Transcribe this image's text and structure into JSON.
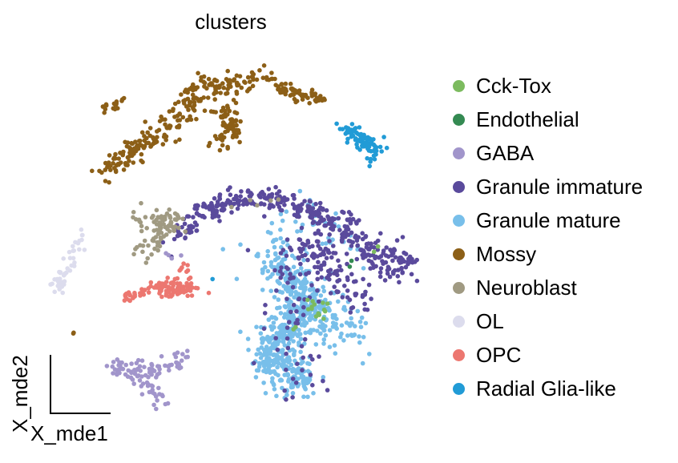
{
  "chart_data": {
    "type": "scatter",
    "title": "clusters",
    "xlabel": "X_mde1",
    "ylabel": "X_mde2",
    "xlim": [
      0,
      100
    ],
    "ylim": [
      0,
      100
    ],
    "grid": false,
    "legend_placement": "right",
    "series": [
      {
        "name": "Cck-Tox",
        "color": "#7cbb5f",
        "segments": [
          {
            "path": [
              [
                72,
                31
              ],
              [
                76,
                29
              ]
            ],
            "spread": 1.5,
            "count": 14
          },
          {
            "path": [
              [
                89,
                46
              ],
              [
                89,
                46
              ]
            ],
            "spread": 0.8,
            "count": 2
          },
          {
            "path": [
              [
                66,
                24
              ],
              [
                66,
                24
              ]
            ],
            "spread": 1,
            "count": 2
          }
        ]
      },
      {
        "name": "Endothelial",
        "color": "#348a52",
        "segments": [
          {
            "path": [
              [
                82,
                42
              ],
              [
                82,
                42
              ]
            ],
            "spread": 0.6,
            "count": 2
          }
        ]
      },
      {
        "name": "GABA",
        "color": "#a195cb",
        "segments": [
          {
            "path": [
              [
                17,
                13
              ],
              [
                27,
                13
              ],
              [
                31,
                4.5
              ]
            ],
            "spread": 1.6,
            "count": 75
          },
          {
            "path": [
              [
                30,
                13
              ],
              [
                40,
                16
              ]
            ],
            "spread": 1.4,
            "count": 30
          },
          {
            "path": [
              [
                34.5,
                46
              ],
              [
                35,
                44
              ]
            ],
            "spread": 1,
            "count": 4
          }
        ]
      },
      {
        "name": "Granule immature",
        "color": "#5a4a9c",
        "segments": [
          {
            "path": [
              [
                35,
                50
              ],
              [
                40,
                54
              ],
              [
                46,
                58
              ],
              [
                52,
                60
              ],
              [
                57,
                61
              ],
              [
                66,
                59
              ],
              [
                74,
                57
              ]
            ],
            "spread": 1.6,
            "count": 210
          },
          {
            "path": [
              [
                74,
                56
              ],
              [
                82,
                50
              ],
              [
                85,
                48
              ],
              [
                91,
                43
              ],
              [
                98,
                42
              ]
            ],
            "spread": 2.2,
            "count": 180
          },
          {
            "path": [
              [
                66,
                47
              ],
              [
                75,
                43
              ],
              [
                80,
                38
              ],
              [
                85,
                31
              ]
            ],
            "spread": 2.8,
            "count": 110
          },
          {
            "path": [
              [
                65,
                40
              ],
              [
                68,
                28
              ],
              [
                63,
                18
              ],
              [
                70,
                9
              ]
            ],
            "spread": 4,
            "count": 60
          }
        ]
      },
      {
        "name": "Granule mature",
        "color": "#78bfea",
        "segments": [
          {
            "path": [
              [
                62,
                42
              ],
              [
                68,
                37
              ],
              [
                70,
                31
              ],
              [
                66,
                24
              ],
              [
                60,
                18
              ],
              [
                63,
                13
              ],
              [
                70,
                10
              ]
            ],
            "spread": 2.8,
            "count": 520
          },
          {
            "path": [
              [
                70,
                33
              ],
              [
                78,
                27
              ],
              [
                82,
                23
              ]
            ],
            "spread": 3,
            "count": 110
          },
          {
            "path": [
              [
                54,
                46
              ],
              [
                60,
                42
              ],
              [
                67,
                52
              ],
              [
                73,
                58
              ],
              [
                80,
                45
              ]
            ],
            "spread": 3.5,
            "count": 70
          }
        ]
      },
      {
        "name": "Mossy",
        "color": "#8c5f17",
        "segments": [
          {
            "path": [
              [
                16,
                68
              ],
              [
                22,
                72
              ],
              [
                27,
                76
              ],
              [
                33,
                80
              ],
              [
                38,
                84
              ],
              [
                40,
                90
              ],
              [
                41,
                93
              ]
            ],
            "spread": 1.7,
            "count": 170
          },
          {
            "path": [
              [
                41,
                93
              ],
              [
                47,
                92
              ],
              [
                53,
                92
              ],
              [
                58,
                95
              ],
              [
                63,
                94
              ]
            ],
            "spread": 1.5,
            "count": 80
          },
          {
            "path": [
              [
                63,
                91
              ],
              [
                68,
                89
              ],
              [
                74,
                89
              ]
            ],
            "spread": 1.0,
            "count": 60
          },
          {
            "path": [
              [
                47,
                87
              ],
              [
                50,
                82
              ],
              [
                51,
                78
              ],
              [
                46,
                76
              ]
            ],
            "spread": 1.4,
            "count": 70
          },
          {
            "path": [
              [
                16,
                86
              ],
              [
                21,
                87
              ]
            ],
            "spread": 0.7,
            "count": 18
          },
          {
            "path": [
              [
                8,
                23
              ],
              [
                8,
                23
              ]
            ],
            "spread": 0.3,
            "count": 2
          }
        ]
      },
      {
        "name": "Neuroblast",
        "color": "#a09a82",
        "segments": [
          {
            "path": [
              [
                26,
                55
              ],
              [
                29,
                53
              ],
              [
                34,
                55
              ],
              [
                31,
                48
              ],
              [
                25,
                46
              ]
            ],
            "spread": 1.6,
            "count": 90
          },
          {
            "path": [
              [
                49,
                58
              ],
              [
                65,
                61
              ]
            ],
            "spread": 1.5,
            "count": 5
          }
        ]
      },
      {
        "name": "OL",
        "color": "#dcdced",
        "segments": [
          {
            "path": [
              [
                10,
                50
              ],
              [
                8,
                45
              ],
              [
                5,
                40
              ],
              [
                3,
                36
              ]
            ],
            "spread": 1.1,
            "count": 45
          }
        ]
      },
      {
        "name": "OPC",
        "color": "#ec7770",
        "segments": [
          {
            "path": [
              [
                21,
                33
              ],
              [
                28,
                34.5
              ]
            ],
            "spread": 0.6,
            "count": 25
          },
          {
            "path": [
              [
                30,
                35
              ],
              [
                35,
                36
              ],
              [
                40,
                35
              ]
            ],
            "spread": 1.4,
            "count": 90
          },
          {
            "path": [
              [
                37,
                42
              ],
              [
                38,
                40
              ]
            ],
            "spread": 0.7,
            "count": 7
          }
        ]
      },
      {
        "name": "Radial Glia-like",
        "color": "#219bd6",
        "segments": [
          {
            "path": [
              [
                81,
                80
              ],
              [
                85,
                77
              ],
              [
                90,
                74
              ]
            ],
            "spread": 1.2,
            "count": 80
          },
          {
            "path": [
              [
                87,
                72
              ],
              [
                88,
                70
              ]
            ],
            "spread": 0.6,
            "count": 5
          },
          {
            "path": [
              [
                45,
                38
              ],
              [
                45,
                38
              ]
            ],
            "spread": 0.2,
            "count": 1
          }
        ]
      }
    ]
  }
}
